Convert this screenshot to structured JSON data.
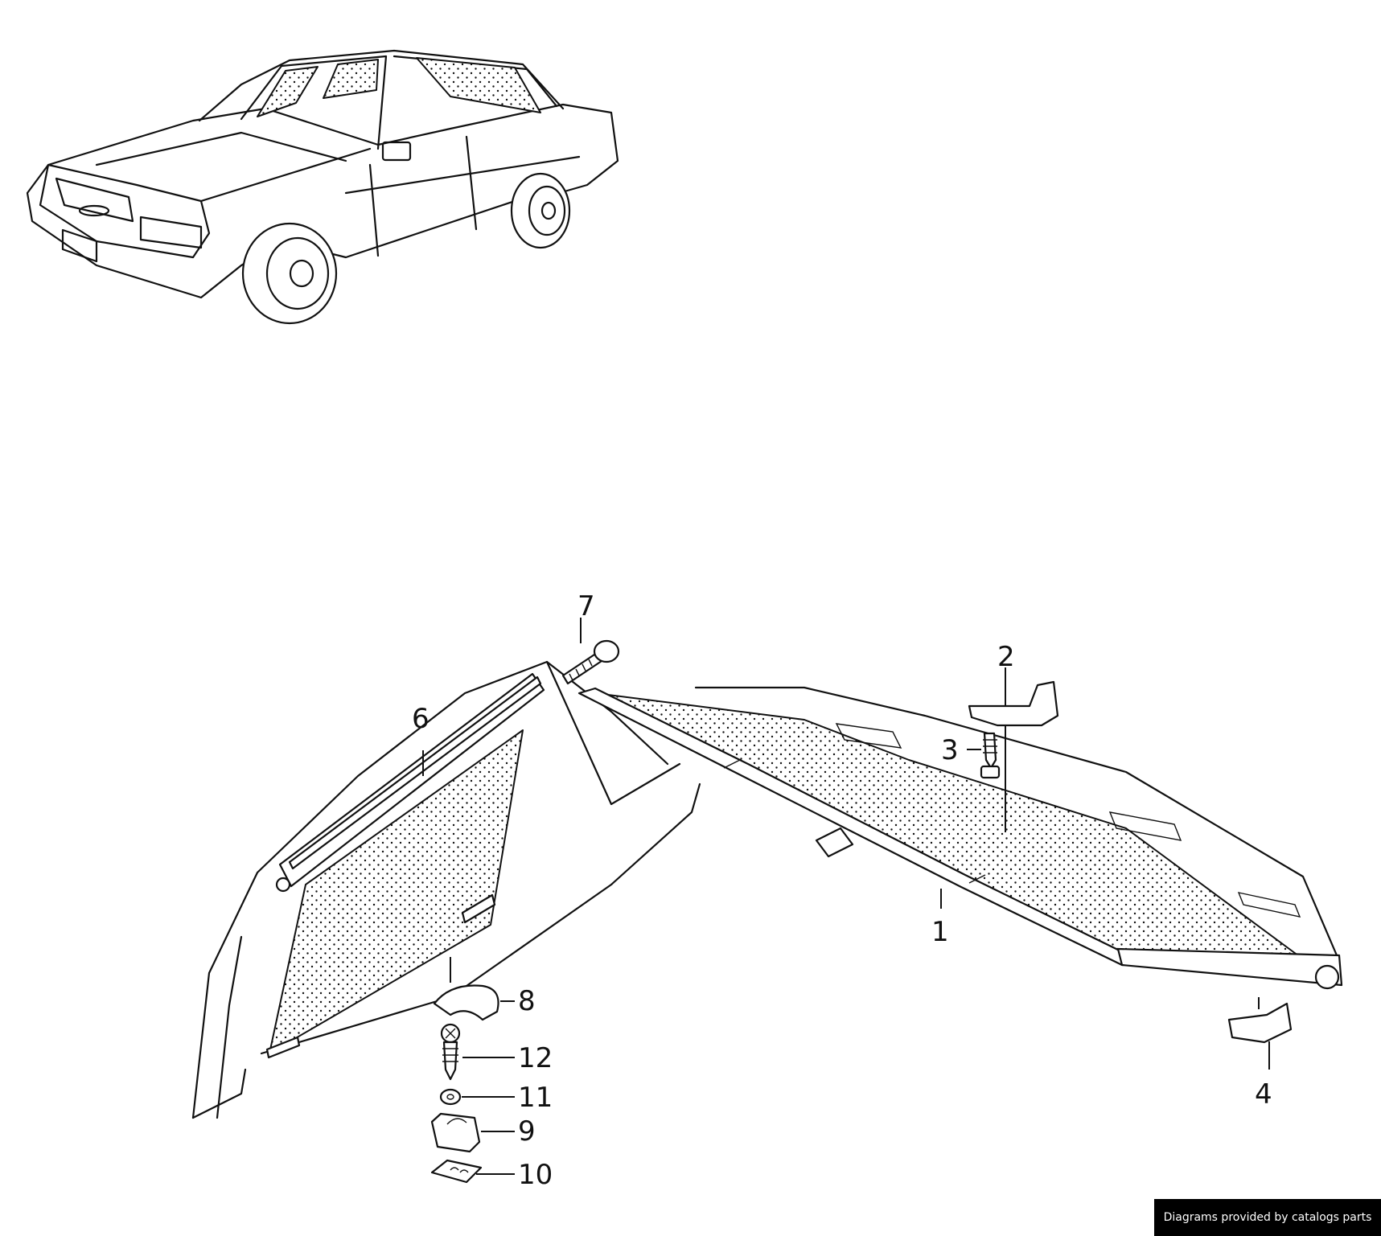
{
  "callouts": [
    {
      "id": "1",
      "text": "1"
    },
    {
      "id": "2",
      "text": "2"
    },
    {
      "id": "3",
      "text": "3"
    },
    {
      "id": "4",
      "text": "4"
    },
    {
      "id": "6",
      "text": "6"
    },
    {
      "id": "7",
      "text": "7"
    },
    {
      "id": "8",
      "text": "8"
    },
    {
      "id": "9",
      "text": "9"
    },
    {
      "id": "10",
      "text": "10"
    },
    {
      "id": "11",
      "text": "11"
    },
    {
      "id": "12",
      "text": "12"
    }
  ],
  "footer": {
    "credit": "Diagrams provided by catalogs parts"
  }
}
